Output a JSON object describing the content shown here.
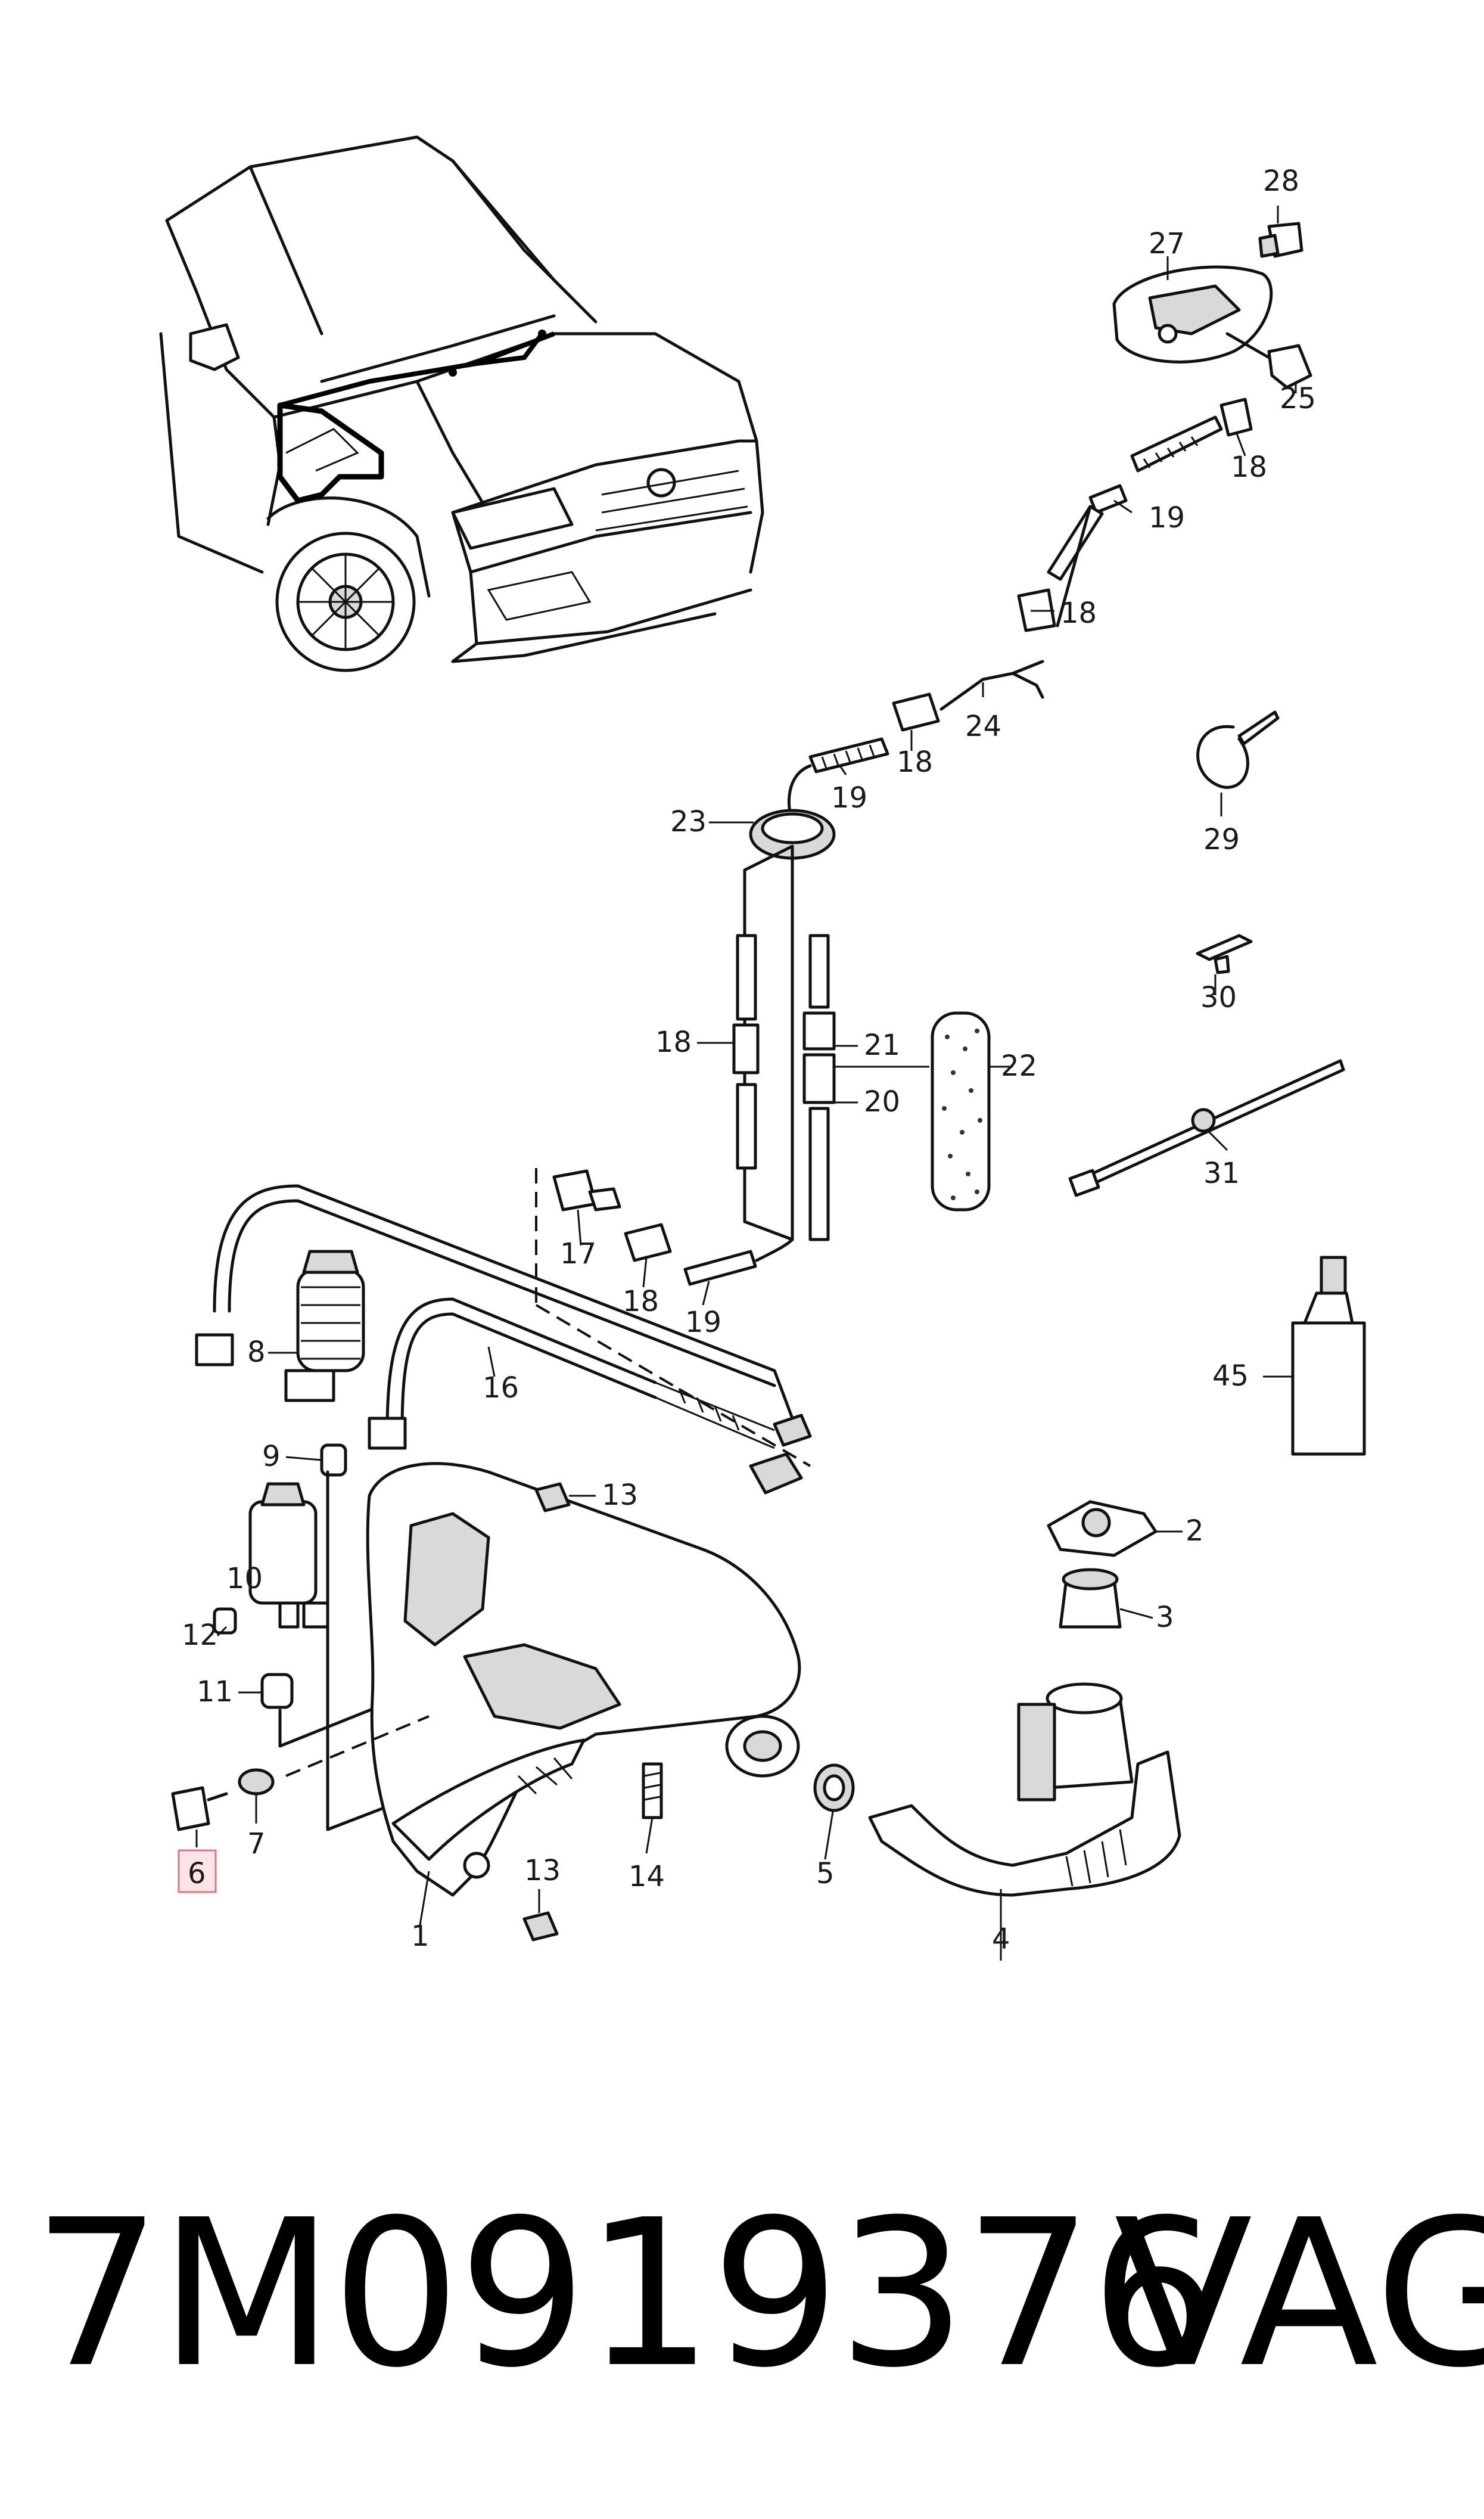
{
  "diagram": {
    "callouts": {
      "c1": "1",
      "c2": "2",
      "c3": "3",
      "c4": "4",
      "c5": "5",
      "c6": "6",
      "c7": "7",
      "c8": "8",
      "c9": "9",
      "c10": "10",
      "c11": "11",
      "c12": "12",
      "c13a": "13",
      "c13b": "13",
      "c14": "14",
      "c16": "16",
      "c17": "17",
      "c18a": "18",
      "c18b": "18",
      "c18c": "18",
      "c18d": "18",
      "c18e": "18",
      "c19a": "19",
      "c19b": "19",
      "c19c": "19",
      "c20": "20",
      "c21": "21",
      "c22": "22",
      "c23": "23",
      "c24": "24",
      "c25": "25",
      "c27": "27",
      "c28": "28",
      "c29": "29",
      "c30": "30",
      "c31": "31",
      "c45": "45"
    },
    "highlighted_callout": "6"
  },
  "footer": {
    "part_number": "7M0919376",
    "brand": "VAG"
  }
}
